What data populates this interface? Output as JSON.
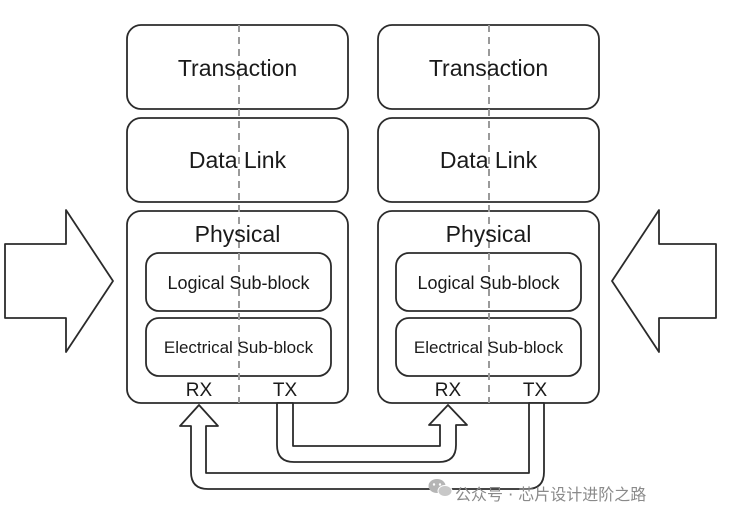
{
  "stacks": [
    {
      "transaction": "Transaction",
      "data_link": "Data Link",
      "physical": "Physical",
      "logical_sub_block": "Logical Sub-block",
      "electrical_sub_block": "Electrical Sub-block",
      "rx": "RX",
      "tx": "TX"
    },
    {
      "transaction": "Transaction",
      "data_link": "Data Link",
      "physical": "Physical",
      "logical_sub_block": "Logical Sub-block",
      "electrical_sub_block": "Electrical Sub-block",
      "rx": "RX",
      "tx": "TX"
    }
  ],
  "watermark": {
    "icon": "wechat-icon",
    "text": "公众号 · 芯片设计进阶之路"
  }
}
